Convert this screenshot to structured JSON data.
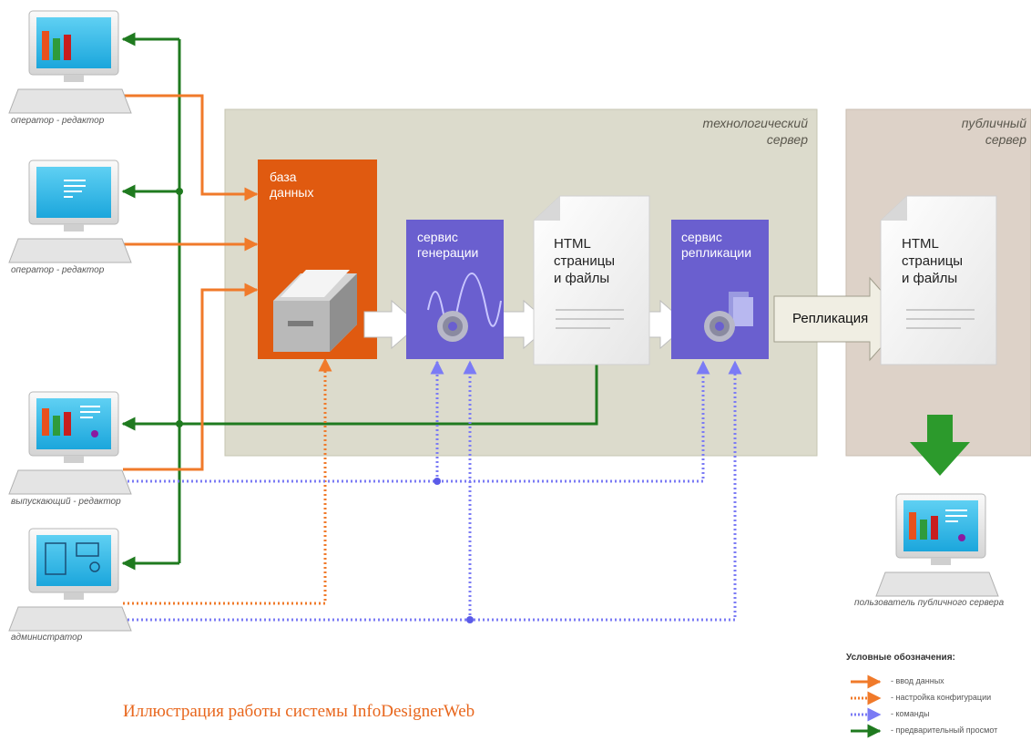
{
  "servers": {
    "tech": "технологический сервер",
    "tech_lines": [
      "технологический",
      "сервер"
    ],
    "public_lines": [
      "публичный",
      "сервер"
    ]
  },
  "boxes": {
    "database": [
      "база",
      "данных"
    ],
    "generation": [
      "сервис",
      "генерации"
    ],
    "replication_service": [
      "сервис",
      "репликации"
    ]
  },
  "documents": {
    "tech_doc": [
      "HTML",
      "страницы",
      "и файлы"
    ],
    "public_doc": [
      "HTML",
      "страницы",
      "и файлы"
    ]
  },
  "replication_arrow": "Репликация",
  "computers": {
    "pc1": "оператор - редактор",
    "pc2": "оператор - редактор",
    "pc3": "выпускающий - редактор",
    "pc4": "администратор",
    "pc5": "пользователь публичного сервера"
  },
  "legend": {
    "title": "Условные обозначения:",
    "items": [
      {
        "label": "- ввод данных",
        "style": "solid",
        "color": "#f07a2a"
      },
      {
        "label": "- настройка конфигурации",
        "style": "dotted",
        "color": "#f07a2a"
      },
      {
        "label": "- команды",
        "style": "dotted",
        "color": "#7070f0"
      },
      {
        "label": "- предварительный просмот",
        "style": "solid",
        "color": "#1f7a1f"
      }
    ]
  },
  "caption": "Иллюстрация работы системы InfoDesignerWeb",
  "colors": {
    "orange": "#f07a2a",
    "green": "#1f7a1f",
    "blue": "#7070f0",
    "db_box": "#e05a10",
    "service_box": "#6a5fcf",
    "tech_bg": "#dcdbcc",
    "public_bg": "#ddd2c8"
  }
}
